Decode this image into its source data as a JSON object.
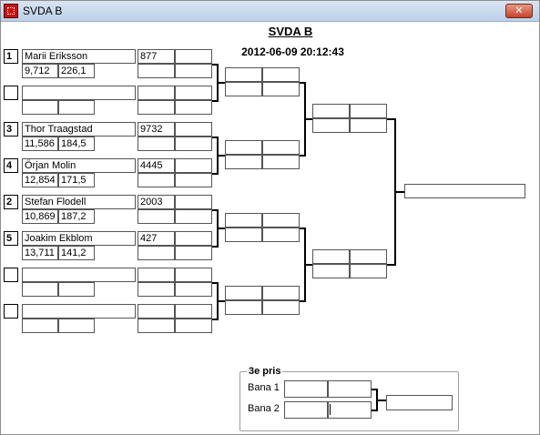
{
  "window": {
    "title": "SVDA B",
    "close_label": "✕"
  },
  "header": {
    "title": "SVDA B",
    "datetime": "2012-06-09 20:12:43"
  },
  "round1": [
    {
      "seed": "1",
      "name": "Marii Eriksson",
      "score_a": "9,712",
      "score_b": "226,1",
      "number": "877"
    },
    {
      "seed": "",
      "name": "",
      "score_a": "",
      "score_b": "",
      "number": ""
    },
    {
      "seed": "3",
      "name": "Thor Traagstad",
      "score_a": "11,586",
      "score_b": "184,5",
      "number": "9732"
    },
    {
      "seed": "4",
      "name": "Örjan Molin",
      "score_a": "12,854",
      "score_b": "171,5",
      "number": "4445"
    },
    {
      "seed": "2",
      "name": "Stefan Flodell",
      "score_a": "10,869",
      "score_b": "187,2",
      "number": "2003"
    },
    {
      "seed": "5",
      "name": "Joakim Ekblom",
      "score_a": "13,711",
      "score_b": "141,2",
      "number": "427"
    },
    {
      "seed": "",
      "name": "",
      "score_a": "",
      "score_b": "",
      "number": ""
    },
    {
      "seed": "",
      "name": "",
      "score_a": "",
      "score_b": "",
      "number": ""
    }
  ],
  "third_place": {
    "label": "3e pris",
    "lane1": "Bana 1",
    "lane2": "Bana 2"
  }
}
